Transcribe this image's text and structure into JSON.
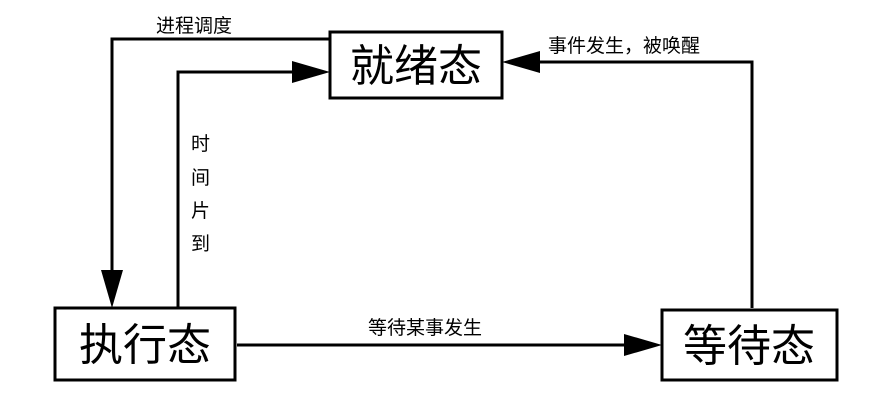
{
  "states": {
    "ready": "就绪态",
    "running": "执行态",
    "waiting": "等待态"
  },
  "transitions": {
    "ready_to_running": "进程调度",
    "running_to_ready": [
      "时",
      "间",
      "片",
      "到"
    ],
    "running_to_waiting": "等待某事发生",
    "waiting_to_ready": "事件发生，被唤醒"
  },
  "colors": {
    "line": "#000000",
    "box_fill": "#ffffff"
  }
}
